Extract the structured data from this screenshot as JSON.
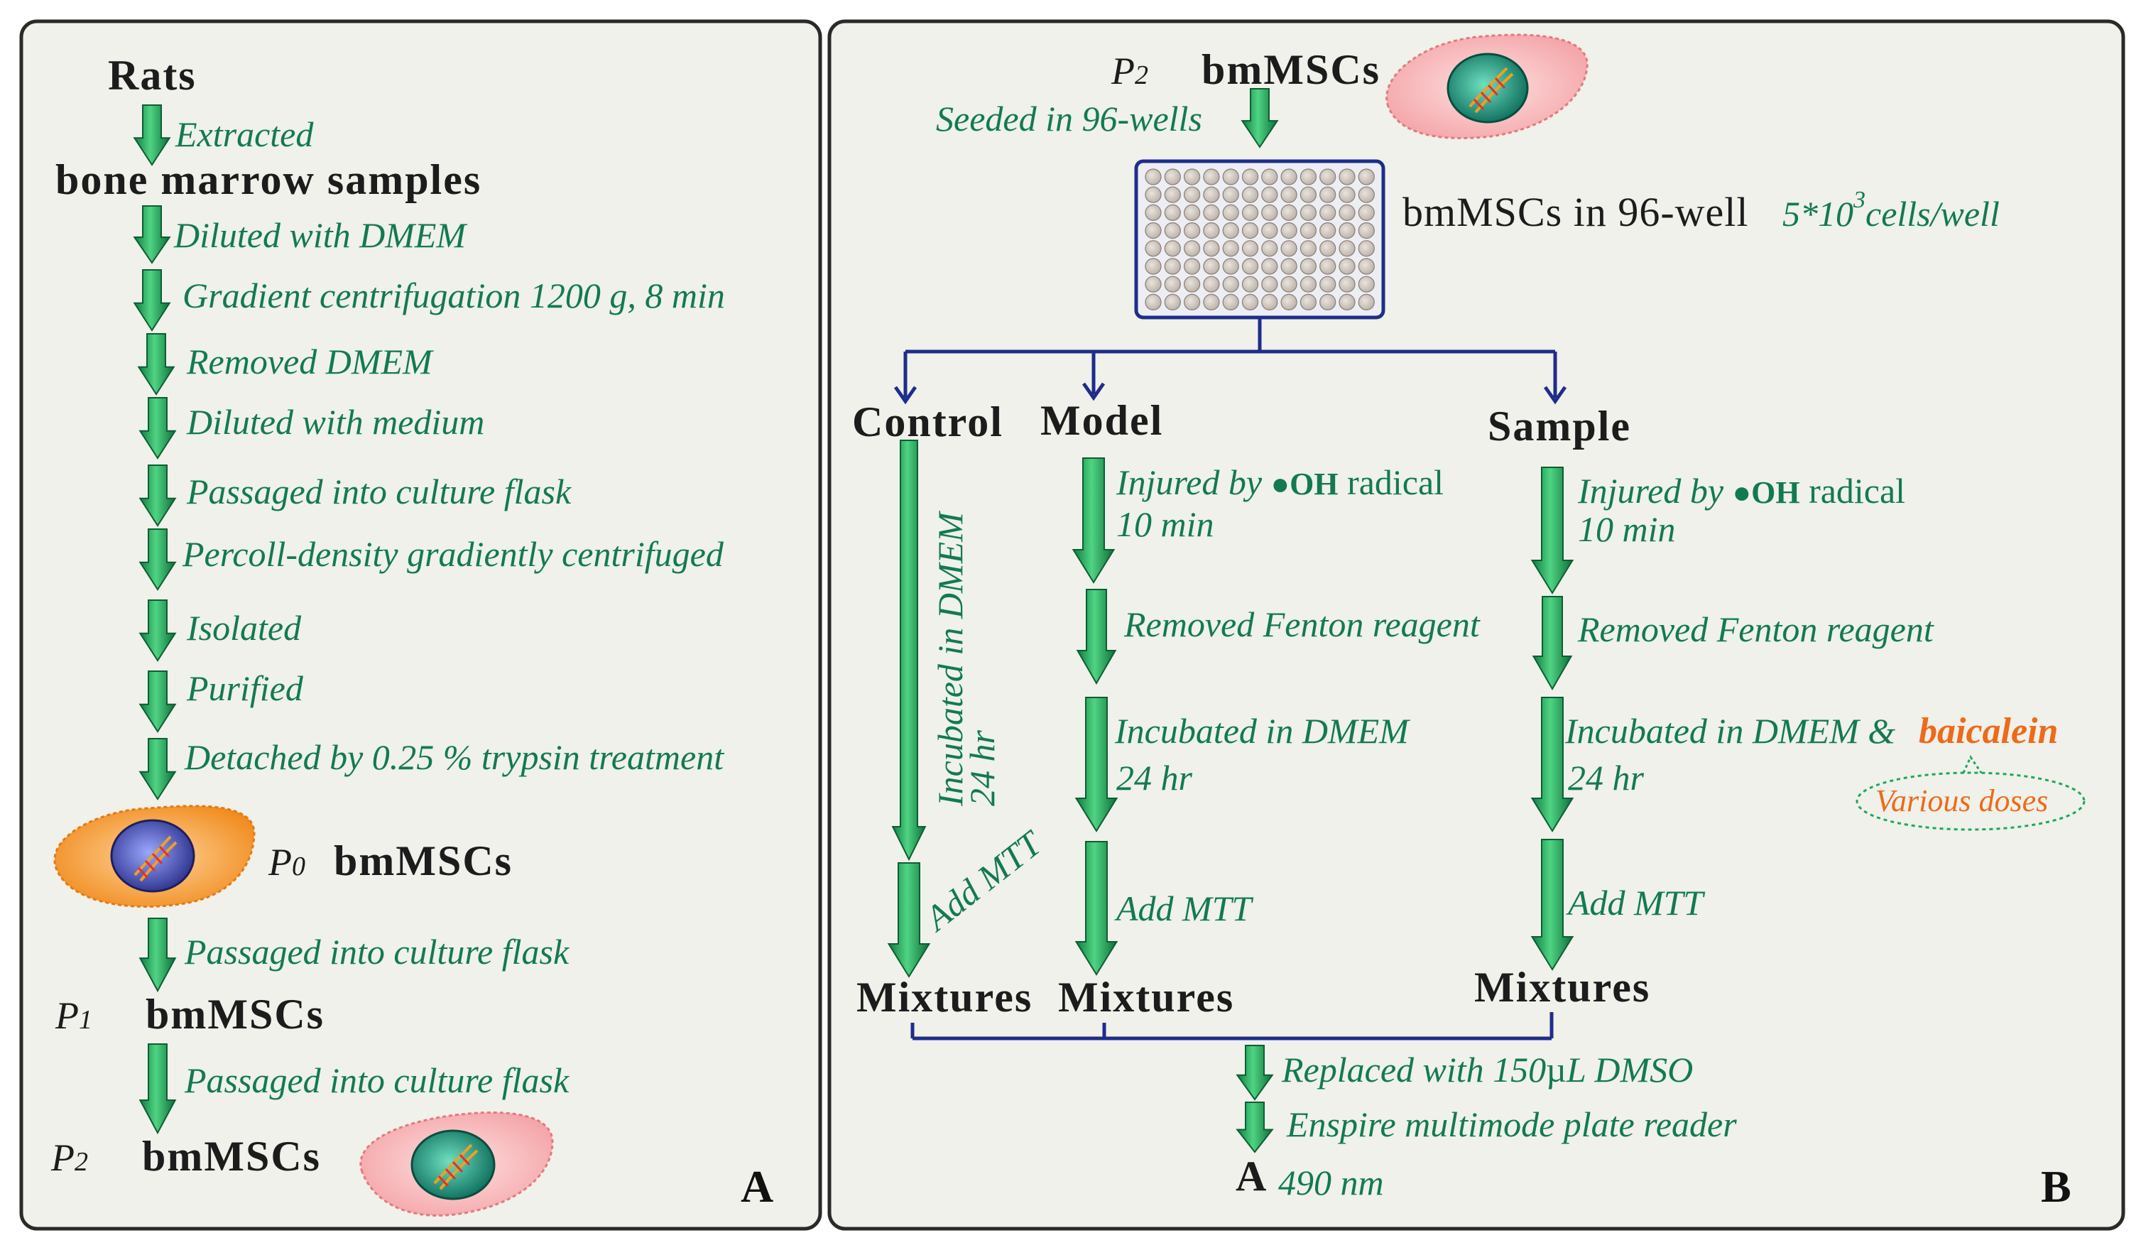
{
  "panel_a": {
    "label": "A",
    "start": "Rats",
    "sample": "bone marrow samples",
    "steps": [
      "Extracted",
      "Diluted with DMEM",
      "Gradient centrifugation 1200 g, 8 min",
      "Removed  DMEM",
      "Diluted with  medium",
      "Passaged into culture flask",
      "Percoll-density gradiently centrifuged",
      "Isolated",
      "Purified",
      "Detached by  0.25 % trypsin treatment"
    ],
    "p0": {
      "p": "P",
      "sub": "0",
      "name": "bmMSCs"
    },
    "step_p1": "Passaged into culture flask",
    "p1": {
      "p": "P",
      "sub": "1",
      "name": "bmMSCs"
    },
    "step_p2": "Passaged into culture flask",
    "p2": {
      "p": "P",
      "sub": "2",
      "name": "bmMSCs"
    }
  },
  "panel_b": {
    "label": "B",
    "p2": {
      "p": "P",
      "sub": "2",
      "name": "bmMSCs"
    },
    "seed": "Seeded in 96-wells",
    "plate_text": "bmMSCs in 96-well",
    "density": {
      "base": "5*10",
      "exp": "3",
      "unit": "cells/well"
    },
    "groups": {
      "control": "Control",
      "model": "Model",
      "sample": "Sample"
    },
    "control_steps": {
      "incubate": "Incubated in DMEM",
      "time": "24 hr",
      "mtt": "Add  MTT",
      "end": "Mixtures"
    },
    "model_steps": {
      "inj1": "Injured by",
      "oh": "●OH",
      "inj2": "radical",
      "inj_time": "10 min",
      "remove": "Removed Fenton reagent",
      "incubate": "Incubated  in DMEM",
      "time": "24 hr",
      "mtt": "Add  MTT",
      "end": "Mixtures"
    },
    "sample_steps": {
      "inj1": "Injured by",
      "oh": "●OH",
      "inj2": "radical",
      "inj_time": "10 min",
      "remove": "Removed Fenton reagent",
      "incubate": "Incubated  in DMEM &",
      "compound": "baicalein",
      "time": "24 hr",
      "doses": "Various doses",
      "mtt": "Add  MTT",
      "end": "Mixtures"
    },
    "final": {
      "replace_pre": "Replaced with 150",
      "mu": "µ",
      "replace_post": "L  DMSO",
      "reader": "Enspire multimode plate reader",
      "abs": "A",
      "abs_sub": "490 nm"
    }
  },
  "colors": {
    "panel_bg": "#eff1ea",
    "border": "#2a2a2a",
    "arrow_green": "#1fa75a",
    "text_green": "#137a4f",
    "connector_blue": "#1f2d8a",
    "orange": "#ee6a1a"
  }
}
